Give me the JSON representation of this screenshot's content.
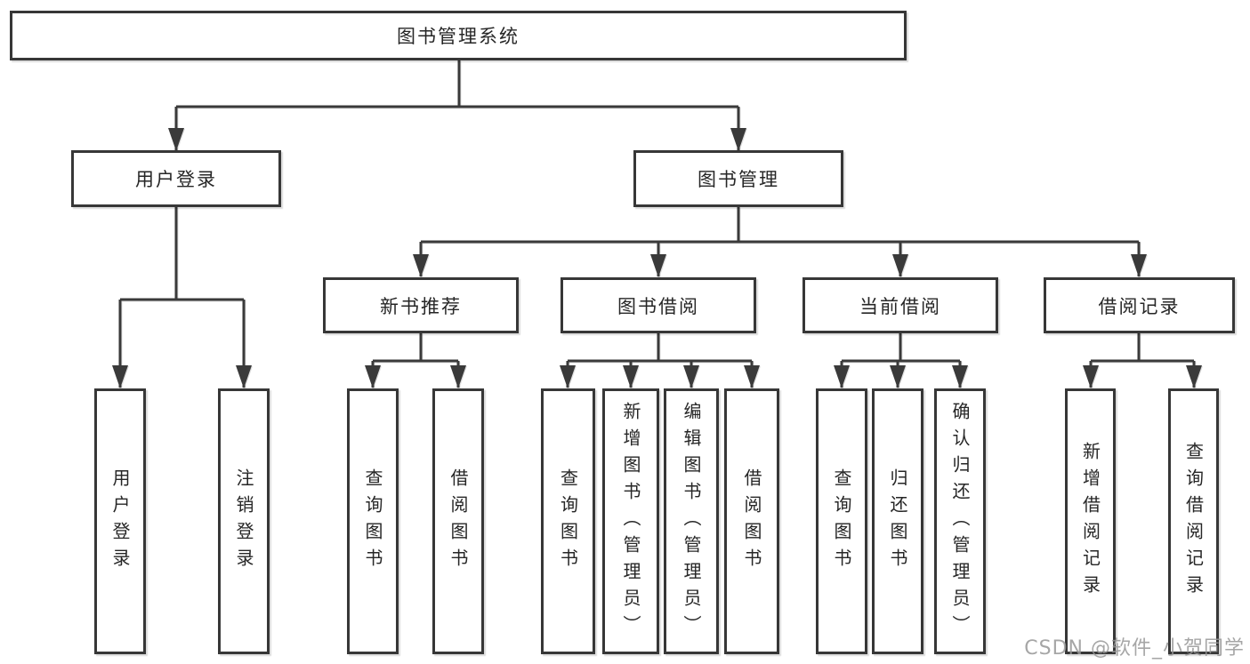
{
  "tree": {
    "label": "图书管理系统",
    "children": [
      {
        "label": "用户登录",
        "children": [
          {
            "label": "用户登录"
          },
          {
            "label": "注销登录"
          }
        ]
      },
      {
        "label": "图书管理",
        "children": [
          {
            "label": "新书推荐",
            "children": [
              {
                "label": "查询图书"
              },
              {
                "label": "借阅图书"
              }
            ]
          },
          {
            "label": "图书借阅",
            "children": [
              {
                "label": "查询图书"
              },
              {
                "label": "新增图书（管理员）"
              },
              {
                "label": "编辑图书（管理员）"
              },
              {
                "label": "借阅图书"
              }
            ]
          },
          {
            "label": "当前借阅",
            "children": [
              {
                "label": "查询图书"
              },
              {
                "label": "归还图书"
              },
              {
                "label": "确认归还（管理员）"
              }
            ]
          },
          {
            "label": "借阅记录",
            "children": [
              {
                "label": "新增借阅记录"
              },
              {
                "label": "查询借阅记录"
              }
            ]
          }
        ]
      }
    ]
  },
  "watermark": {
    "text": "CSDN @软件_小贺同学"
  },
  "colors": {
    "line": "#3a3a3a",
    "box_border": "#373737",
    "text": "#262626",
    "background": "#ffffff",
    "watermark": "#969696"
  }
}
